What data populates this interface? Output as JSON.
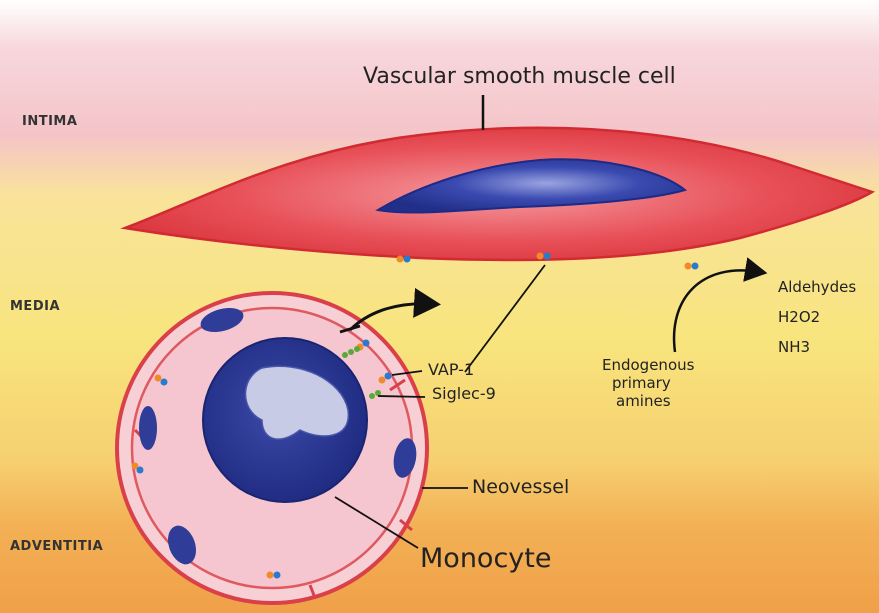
{
  "layers": {
    "intima": "INTIMA",
    "media": "MEDIA",
    "adventitia": "ADVENTITIA"
  },
  "labels": {
    "vsmc": "Vascular smooth muscle cell",
    "vap1": "VAP-1",
    "siglec9": "Siglec-9",
    "neovessel": "Neovessel",
    "monocyte": "Monocyte",
    "amines_line1": "Endogenous",
    "amines_line2": "primary",
    "amines_line3": "amines",
    "products": [
      "Aldehydes",
      "H2O2",
      "NH3"
    ]
  },
  "colors": {
    "intima_band": "#f2b8c2",
    "media_band": "#f7e27a",
    "adventitia_band": "#f2a04a",
    "cell_red": "#e0393f",
    "nucleus_blue": "#2a3a9a",
    "vessel_wall": "#d9404a",
    "vessel_fill": "#f5c6cf",
    "vap1_orange": "#f08a2a",
    "vap1_blue": "#2a7ad0",
    "siglec_green": "#5aa83a"
  }
}
